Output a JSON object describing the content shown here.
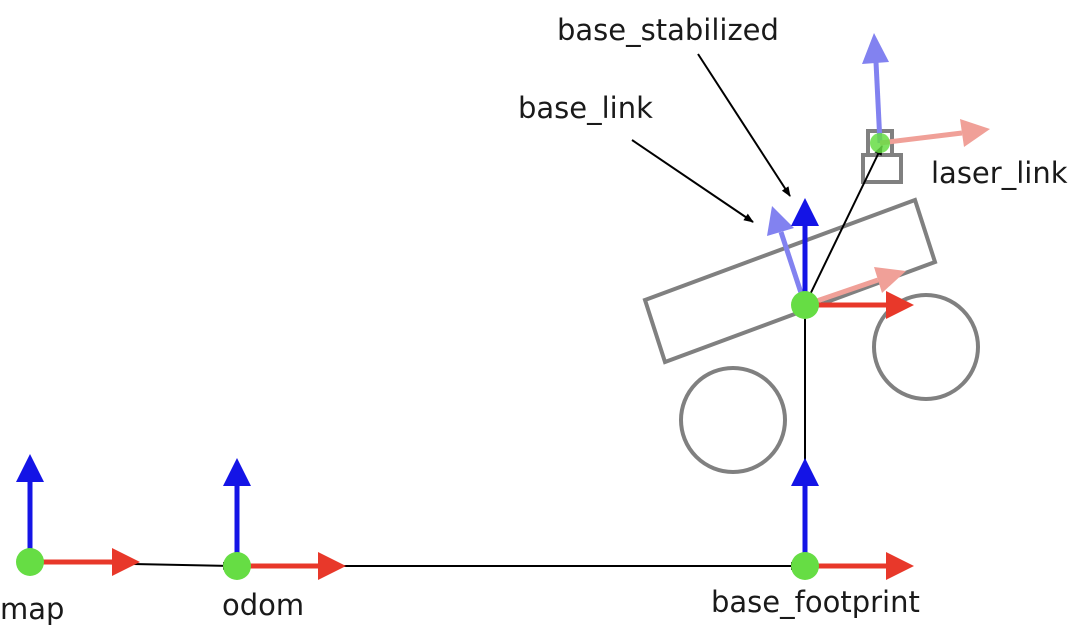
{
  "frames": {
    "map": "map",
    "odom": "odom",
    "base_footprint": "base_footprint",
    "base_link": "base_link",
    "base_stabilized": "base_stabilized",
    "laser_link": "laser_link"
  },
  "colors": {
    "x_axis": "#e8382a",
    "y_axis": "#1414e6",
    "x_axis_faded": "#f0a098",
    "y_axis_faded": "#8282f0",
    "origin": "#66dd44",
    "robot_outline": "#808080",
    "transform_arrow": "#000000"
  }
}
